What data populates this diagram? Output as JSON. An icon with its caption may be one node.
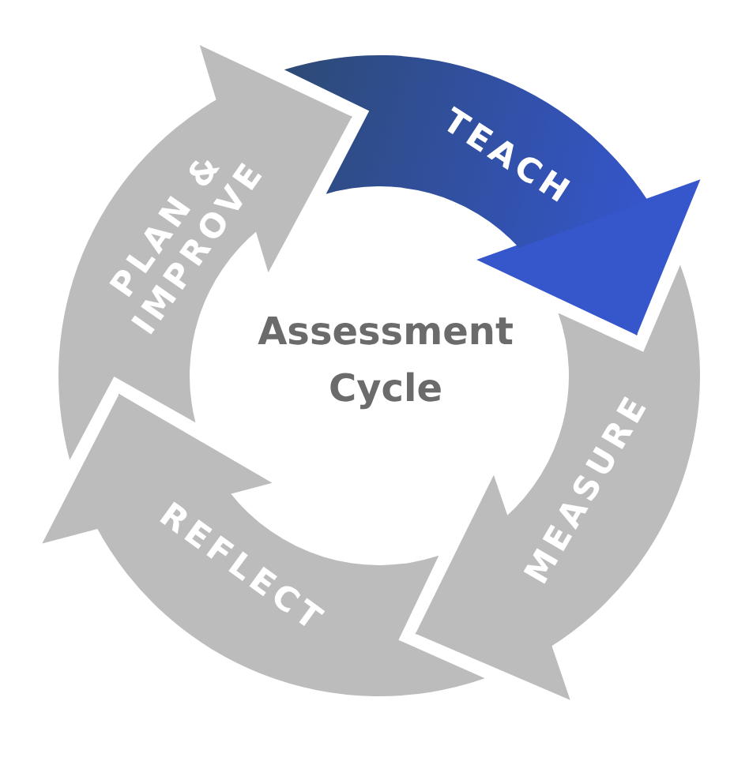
{
  "diagram": {
    "title": "Assessment Cycle",
    "nodes": [
      {
        "text": [
          "TEACH"
        ]
      },
      {
        "text": [
          "MEASURE"
        ]
      },
      {
        "text": [
          "REFLECT"
        ]
      },
      {
        "text": [
          "PLAN & IMPROVE"
        ]
      }
    ],
    "edges": [
      {
        "from": 0,
        "to": 1,
        "arrow": "to",
        "color": "#3656cc"
      },
      {
        "from": 1,
        "to": 2,
        "arrow": "to"
      },
      {
        "from": 2,
        "to": 3,
        "arrow": "to"
      },
      {
        "from": 3,
        "to": 0,
        "arrow": "to"
      }
    ]
  }
}
